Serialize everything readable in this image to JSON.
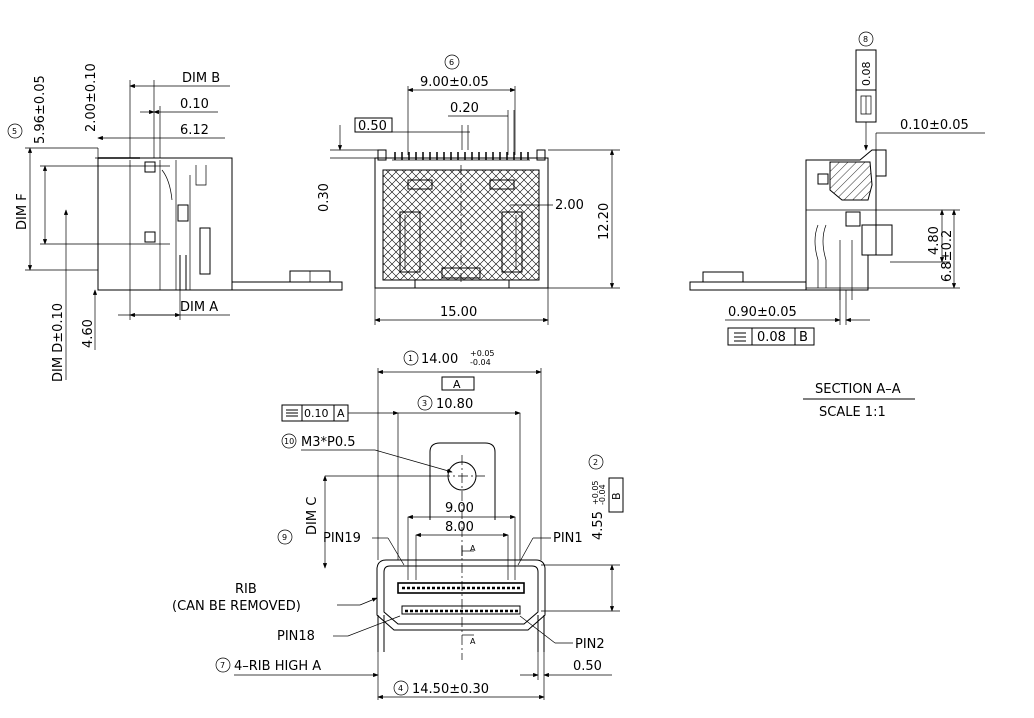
{
  "left_view": {
    "dim_b": "DIM B",
    "d_010": "0.10",
    "d_612": "6.12",
    "d_200": "2.00±0.10",
    "n5": "5",
    "d_596": "5.96±0.05",
    "dim_f": "DIM F",
    "dim_d": "DIM D±0.10",
    "d_460": "4.60",
    "dim_a": "DIM A"
  },
  "front_view": {
    "n6": "6",
    "d_900": "9.00±0.05",
    "d_020": "0.20",
    "d_050": "0.50",
    "d_030": "0.30",
    "d_200": "2.00",
    "d_1220": "12.20",
    "d_1500": "15.00"
  },
  "section_view": {
    "n8": "8",
    "tol_008": "0.08",
    "d_010": "0.10±0.05",
    "d_480": "4.80",
    "d_68": "6.8±0.2",
    "d_090": "0.90±0.05",
    "tol_val": "0.08",
    "tol_ref": "B",
    "title": "SECTION A–A",
    "scale": "SCALE 1:1"
  },
  "bottom_view": {
    "n1": "1",
    "d_1400": "14.00",
    "tol_plus": "+0.05",
    "tol_minus": "-0.04",
    "datum_a": "A",
    "tol_val": "0.10",
    "tol_ref": "A",
    "n3": "3",
    "d_1080": "10.80",
    "n10": "10",
    "m3": "M3*P0.5",
    "n2": "2",
    "d_455": "4.55",
    "tol2_plus": "+0.05",
    "tol2_minus": "-0.04",
    "datum_b": "B",
    "dim_c": "DIM C",
    "d_900": "9.00",
    "d_800": "8.00",
    "n9": "9",
    "pin19": "PIN19",
    "pin1": "PIN1",
    "sec_a1": "A",
    "sec_a2": "A",
    "rib": "RIB",
    "rib_note": "(CAN BE REMOVED)",
    "pin18": "PIN18",
    "pin2": "PIN2",
    "n7": "7",
    "rib_high": "4–RIB HIGH A",
    "d_050": "0.50",
    "n4": "4",
    "d_1450": "14.50±0.30"
  }
}
